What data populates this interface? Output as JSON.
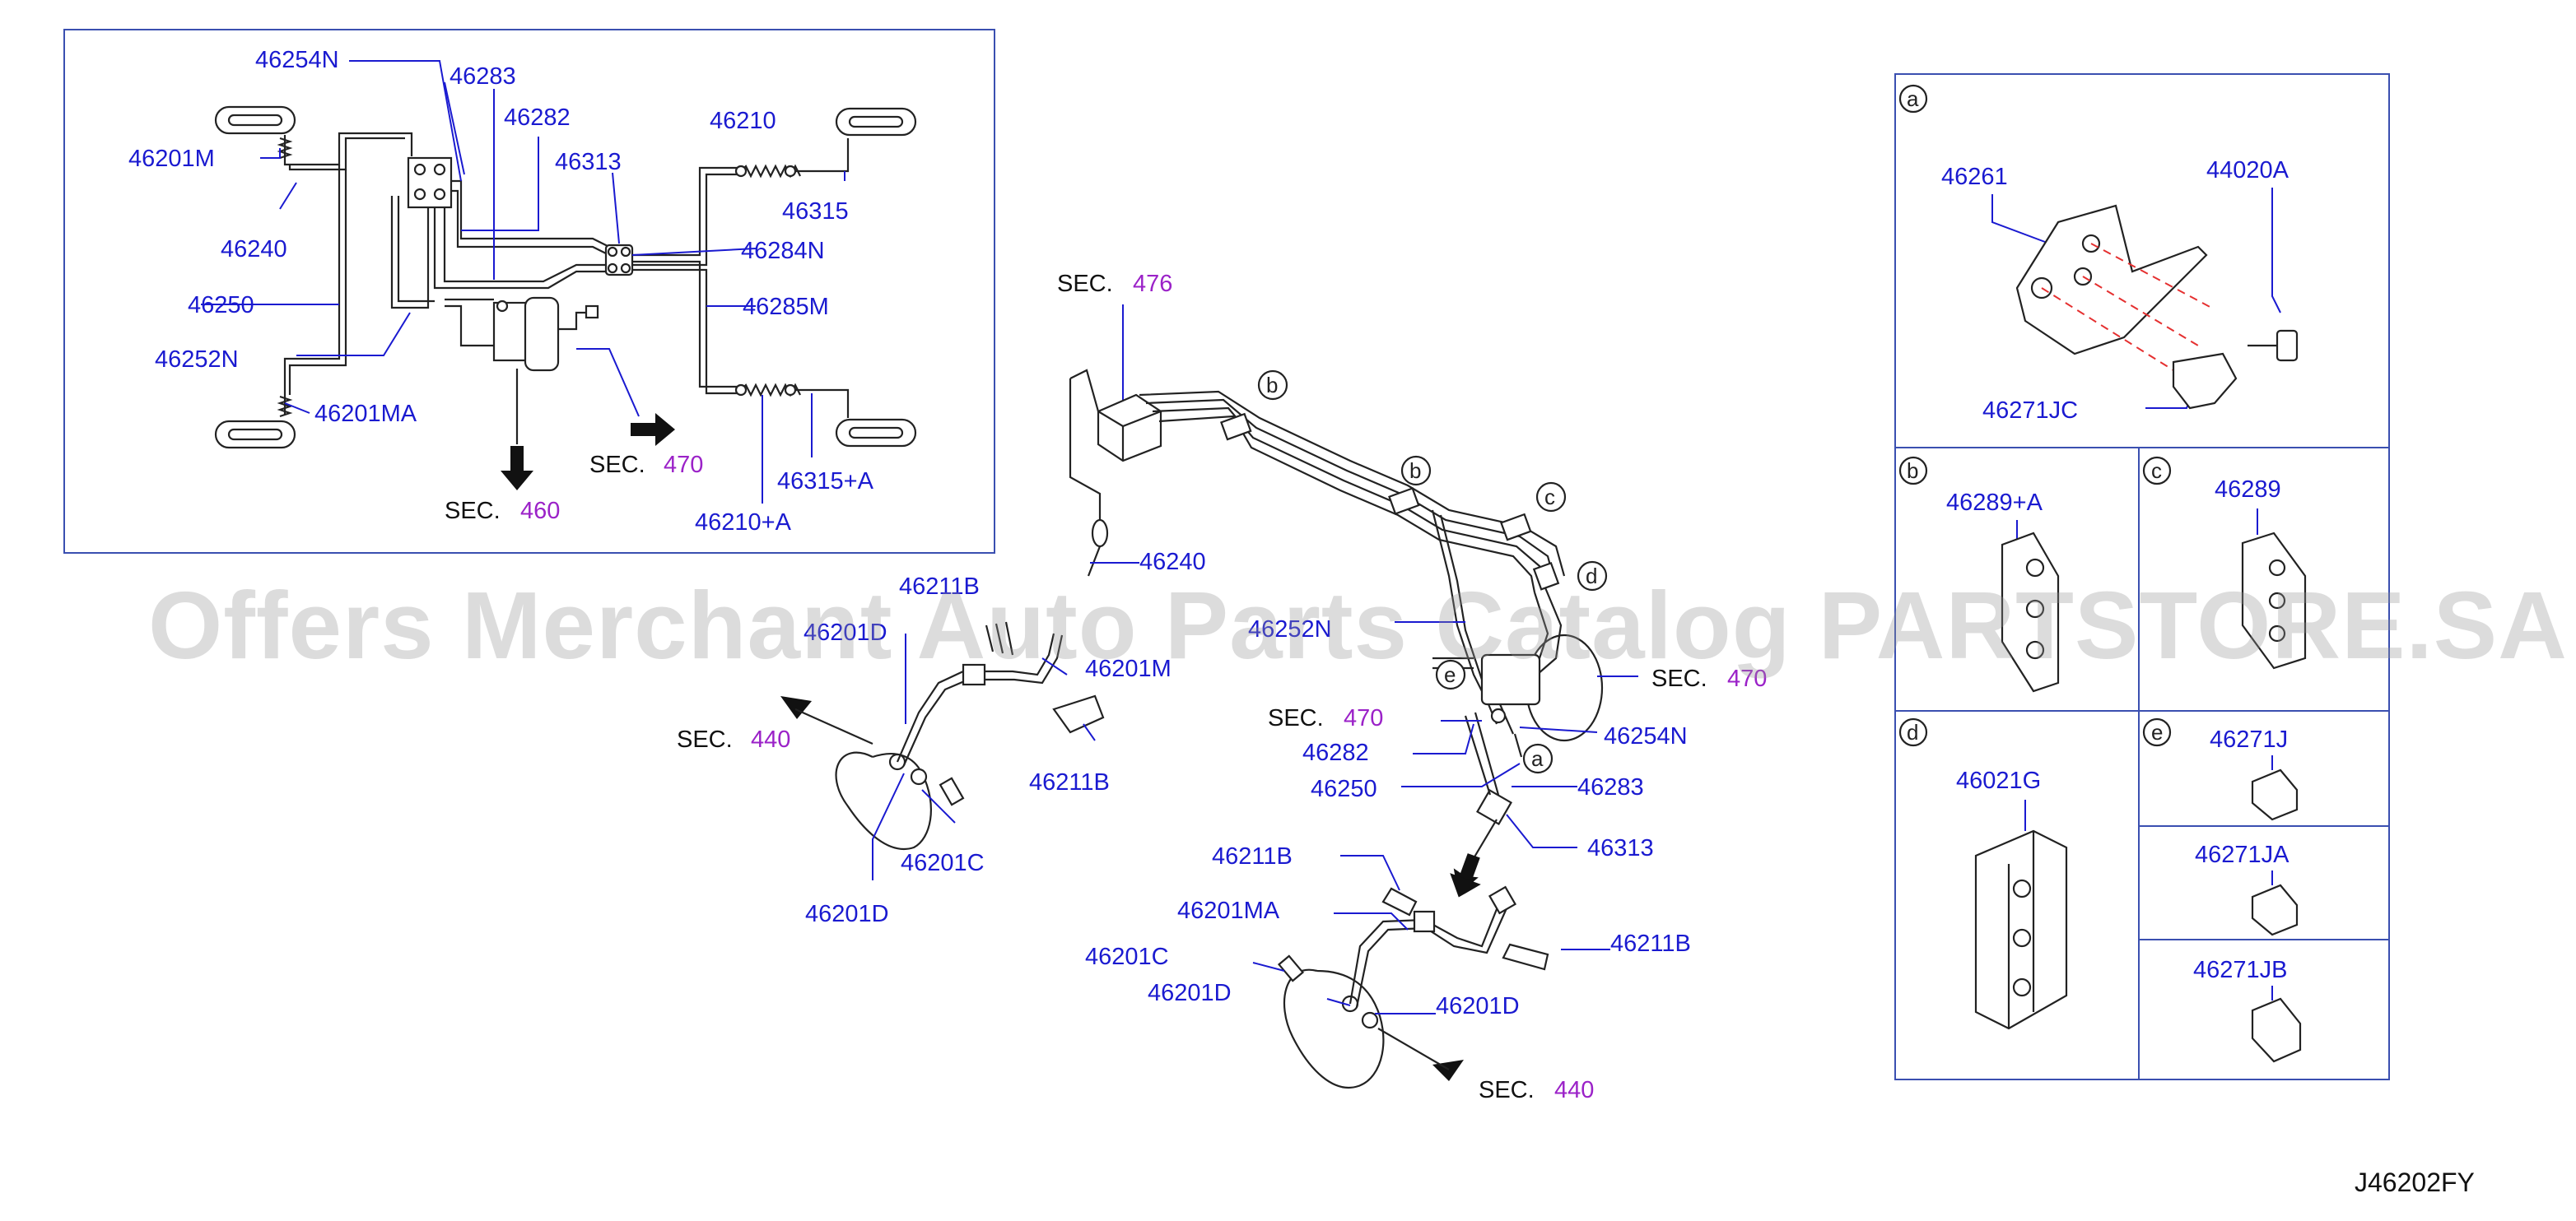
{
  "diagram_code": "J46202FY",
  "watermark": "Offers Merchant Auto Parts Catalog PARTSTORE.SA",
  "sections": {
    "s460": {
      "prefix": "SEC.",
      "num": "460"
    },
    "s470a": {
      "prefix": "SEC.",
      "num": "470"
    },
    "s476": {
      "prefix": "SEC.",
      "num": "476"
    },
    "s470b": {
      "prefix": "SEC.",
      "num": "470"
    },
    "s470c": {
      "prefix": "SEC.",
      "num": "470"
    },
    "s440a": {
      "prefix": "SEC.",
      "num": "440"
    },
    "s440b": {
      "prefix": "SEC.",
      "num": "440"
    }
  },
  "inset_labels": {
    "l46254N": "46254N",
    "l46283": "46283",
    "l46282": "46282",
    "l46201M": "46201M",
    "l46313": "46313",
    "l46210": "46210",
    "l46315": "46315",
    "l46240": "46240",
    "l46284N": "46284N",
    "l46250": "46250",
    "l46285M": "46285M",
    "l46252N": "46252N",
    "l46201MA": "46201MA",
    "l46315A": "46315+A",
    "l46210A": "46210+A"
  },
  "main_labels": {
    "l46240": "46240",
    "l46211B_1": "46211B",
    "l46201D_1": "46201D",
    "l46201M": "46201M",
    "l46211B_2": "46211B",
    "l46201C_1": "46201C",
    "l46201D_2": "46201D",
    "l46252N": "46252N",
    "l46254N": "46254N",
    "l46282": "46282",
    "l46250": "46250",
    "l46283": "46283",
    "l46313": "46313",
    "l46211B_3": "46211B",
    "l46201MA": "46201MA",
    "l46201C_2": "46201C",
    "l46201D_3": "46201D",
    "l46201D_4": "46201D",
    "l46211B_4": "46211B"
  },
  "callouts": {
    "a": "a",
    "b": "b",
    "c": "c",
    "d": "d",
    "e": "e"
  },
  "detail_boxes": {
    "a": {
      "label": "a",
      "parts": [
        "46261",
        "44020A",
        "46271JC"
      ]
    },
    "b": {
      "label": "b",
      "parts": [
        "46289+A"
      ]
    },
    "c": {
      "label": "c",
      "parts": [
        "46289"
      ]
    },
    "d": {
      "label": "d",
      "parts": [
        "46021G"
      ]
    },
    "e": {
      "label": "e",
      "parts": [
        "46271J",
        "46271JA",
        "46271JB"
      ]
    }
  },
  "colors": {
    "part_number": "#1a1ad0",
    "section_number": "#9b22c8",
    "frame": "#3a4fb0",
    "dashed_guide": "#e53030"
  }
}
